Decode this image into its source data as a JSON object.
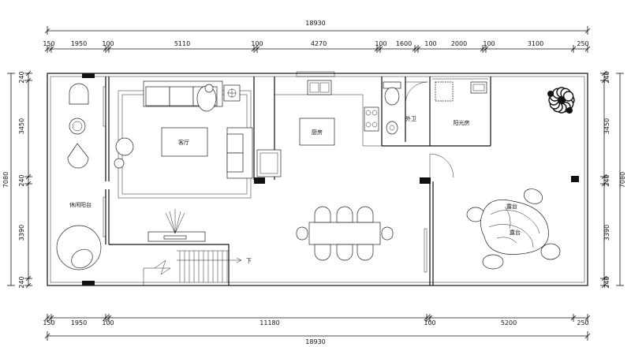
{
  "plan": {
    "overall_width": "18930",
    "overall_height": "7080",
    "top_segments": [
      "150",
      "1950",
      "100",
      "5110",
      "100",
      "4270",
      "100",
      "1600",
      "100",
      "2000",
      "100",
      "3100",
      "250"
    ],
    "bottom_segments": [
      "150",
      "1950",
      "100",
      "11180",
      "100",
      "5200",
      "250"
    ],
    "left_segments": [
      "240",
      "3450",
      "240",
      "3390",
      "240"
    ],
    "right_segments": [
      "240",
      "3450",
      "240",
      "3390",
      "240"
    ],
    "rooms": {
      "living": "客厅",
      "kitchen": "厨房",
      "bath": "外卫",
      "sunroom": "阳光房",
      "leisure_balcony": "休闲阳台",
      "terrace_a": "露台",
      "terrace_b": "露台"
    },
    "stair_label": "下"
  }
}
